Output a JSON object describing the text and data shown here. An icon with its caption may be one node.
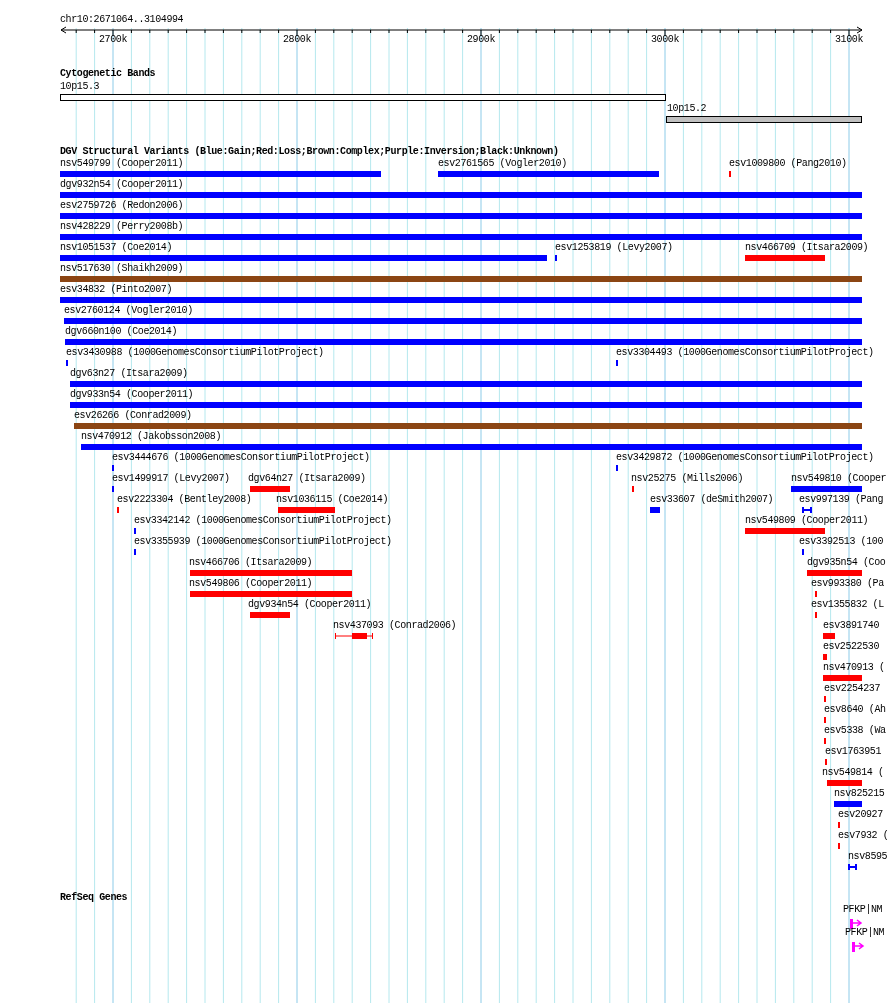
{
  "diagram": {
    "labels": [
      "chr10:2671064..3104994",
      "2700k",
      "2800k",
      "2900k",
      "3000k",
      "3100k",
      "Cytogenetic Bands",
      "10p15.3",
      "10p15.2",
      "DGV Structural Variants (Blue:Gain;Red:Loss;Brown:Complex;Purple:Inversion;Black:Unknown)",
      "nsv549799 (Cooper2011)",
      "esv2761565 (Vogler2010)",
      "esv1009800 (Pang2010)",
      "dgv932n54 (Cooper2011)",
      "esv2759726 (Redon2006)",
      "nsv428229 (Perry2008b)",
      "nsv1051537 (Coe2014)",
      "esv1253819 (Levy2007)",
      "nsv466709 (Itsara2009)",
      "nsv517630 (Shaikh2009)",
      "esv34832 (Pinto2007)",
      "esv2760124 (Vogler2010)",
      "dgv660n100 (Coe2014)",
      "esv3430988 (1000GenomesConsortiumPilotProject)",
      "esv3304493 (1000GenomesConsortiumPilotProject)",
      "dgv63n27 (Itsara2009)",
      "dgv933n54 (Cooper2011)",
      "esv26266 (Conrad2009)",
      "nsv470912 (Jakobsson2008)",
      "esv3444676 (1000GenomesConsortiumPilotProject)",
      "esv3429872 (1000GenomesConsortiumPilotProject)",
      "esv1499917 (Levy2007)",
      "dgv64n27 (Itsara2009)",
      "nsv25275 (Mills2006)",
      "nsv549810 (Cooper",
      "esv2223304 (Bentley2008)",
      "nsv1036115 (Coe2014)",
      "esv33607 (deSmith2007)",
      "esv997139 (Pang",
      "esv3342142 (1000GenomesConsortiumPilotProject)",
      "nsv549809 (Cooper2011)",
      "esv3355939 (1000GenomesConsortiumPilotProject)",
      "esv3392513 (100",
      "nsv466706 (Itsara2009)",
      "dgv935n54 (Coo",
      "nsv549806 (Cooper2011)",
      "esv993380 (Pa",
      "dgv934n54 (Cooper2011)",
      "esv1355832 (L",
      "nsv437093 (Conrad2006)",
      "esv3891740",
      "esv2522530",
      "nsv470913 (",
      "esv2254237",
      "esv8640 (Ah",
      "esv5338 (Wa",
      "esv1763951",
      "nsv549814 (",
      "nsv825215",
      "esv20927",
      "esv7932 (",
      "nsv8595",
      "RefSeq Genes",
      "PFKP|NM",
      "PFKP|NM"
    ]
  }
}
